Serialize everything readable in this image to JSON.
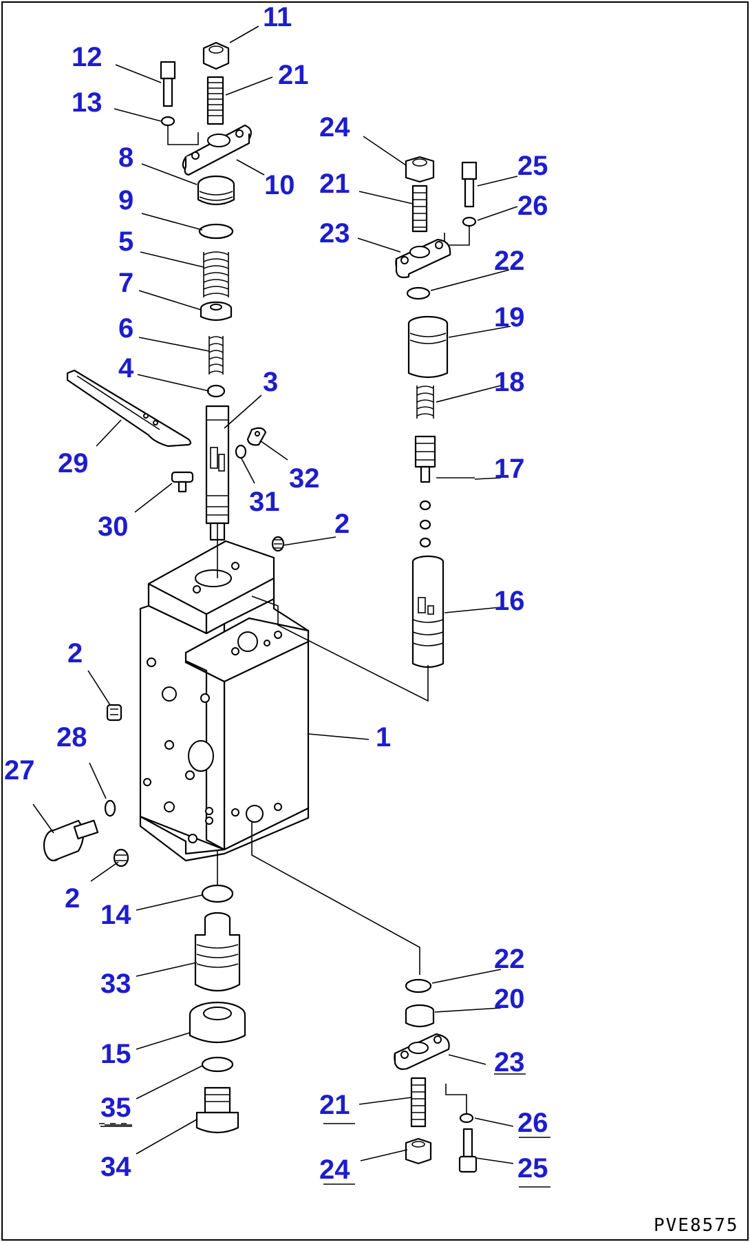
{
  "diagram": {
    "code": "PVE8575",
    "labels": [
      "11",
      "12",
      "21",
      "13",
      "24",
      "8",
      "10",
      "21",
      "25",
      "9",
      "26",
      "23",
      "5",
      "22",
      "7",
      "19",
      "6",
      "4",
      "3",
      "18",
      "29",
      "17",
      "32",
      "31",
      "30",
      "2",
      "16",
      "2",
      "1",
      "28",
      "27",
      "2",
      "14",
      "22",
      "33",
      "20",
      "15",
      "23",
      "35",
      "21",
      "26",
      "34",
      "24",
      "25"
    ]
  }
}
